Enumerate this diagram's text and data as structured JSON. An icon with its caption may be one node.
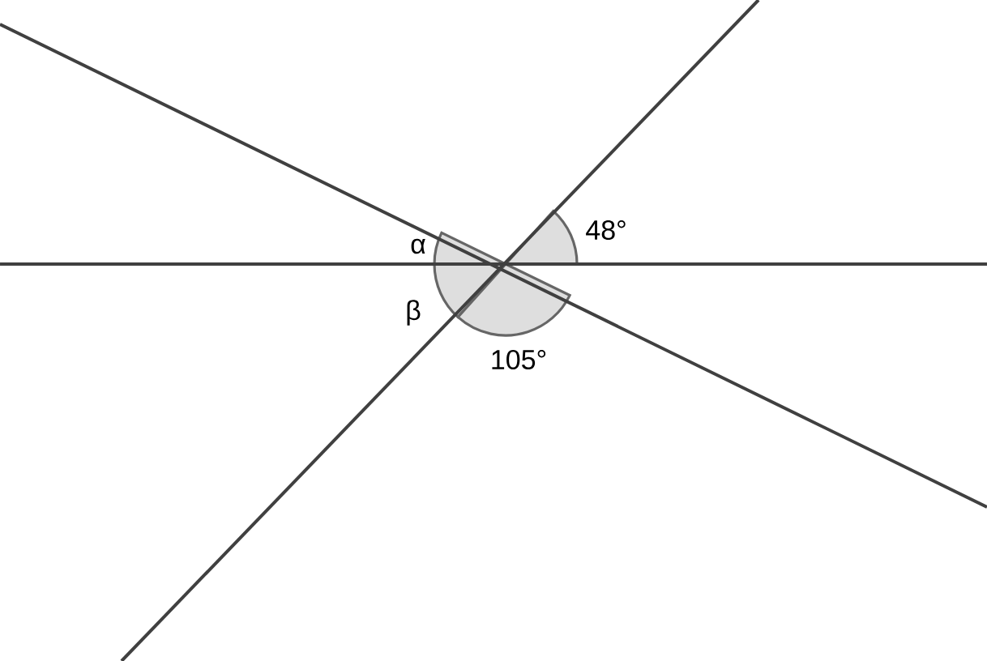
{
  "diagram": {
    "labels": [
      "α",
      "48°",
      "β",
      "105°"
    ]
  }
}
